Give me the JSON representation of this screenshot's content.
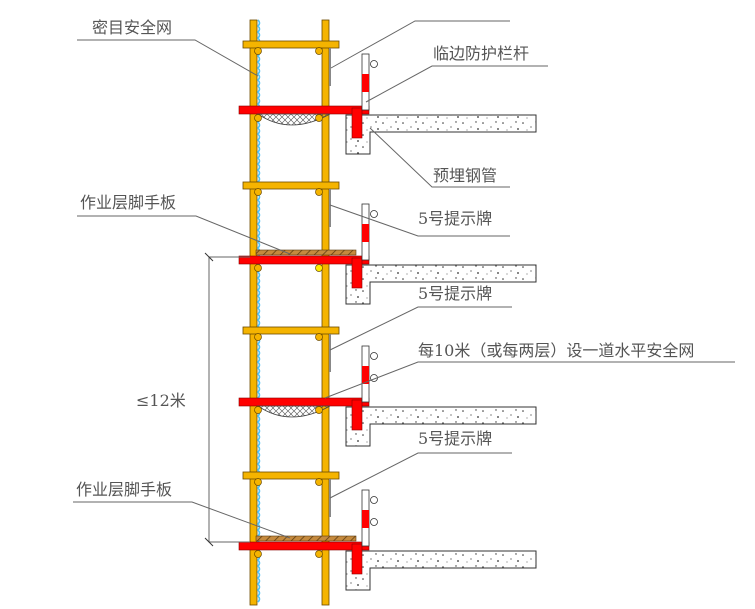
{
  "diagram": {
    "title": "",
    "labels": {
      "dense_safety_net": "密目安全网",
      "edge_guardrail": "临边防护栏杆",
      "embedded_steel_pipe": "预埋钢管",
      "work_platform_board_1": "作业层脚手板",
      "sign_no5_1": "5号提示牌",
      "sign_no5_2": "5号提示牌",
      "horizontal_net_rule": "每10米（或每两层）设一道水平安全网",
      "sign_no5_3": "5号提示牌",
      "work_platform_board_2": "作业层脚手板",
      "height_limit": "≤12米"
    },
    "colors": {
      "scaffold_pole": "#f5b400",
      "red_member": "#ff0000",
      "concrete": "#ffffff",
      "safety_net_mesh": "#4fc3f7",
      "board": "#b87a3a"
    },
    "floors": [
      {
        "name": "floor-1",
        "has_horizontal_net": true,
        "has_board": false
      },
      {
        "name": "floor-2",
        "has_horizontal_net": false,
        "has_board": true
      },
      {
        "name": "floor-3",
        "has_horizontal_net": true,
        "has_board": false
      },
      {
        "name": "floor-4",
        "has_horizontal_net": false,
        "has_board": true
      }
    ]
  }
}
